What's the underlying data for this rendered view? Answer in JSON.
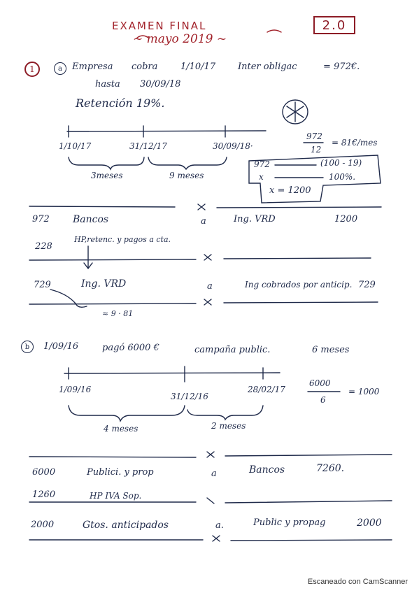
{
  "header": {
    "title": "EXAMEN FINAL",
    "subtitle": "~ mayo 2019 ~",
    "score": "2.0"
  },
  "q1": {
    "number": "1",
    "part": "a",
    "line1_a": "Empresa",
    "line1_b": "cobra",
    "line1_c": "1/10/17",
    "line1_d": "Inter obligac",
    "line1_e": "= 972€.",
    "line2_a": "hasta",
    "line2_b": "30/09/18",
    "line3": "Retención 19%.",
    "timeline": {
      "d1": "1/10/17",
      "d2": "31/12/17",
      "d3": "30/09/18·",
      "span1": "3meses",
      "span2": "9 meses"
    },
    "calc": {
      "frac_num": "972",
      "frac_den": "12",
      "frac_result": "= 81€/mes",
      "row1_left": "972",
      "row1_right": "(100 - 19)",
      "row2_left": "x",
      "row2_right": "100%.",
      "result": "x = 1200"
    },
    "entries": [
      {
        "amt_l": "972",
        "acct_l": "Bancos",
        "a": "a",
        "acct_r": "Ing. VRD",
        "amt_r": "1200"
      },
      {
        "amt_l": "228",
        "acct_l": "HP,retenc. y pagos a cta.",
        "a": "",
        "acct_r": "",
        "amt_r": ""
      },
      {
        "amt_l": "729",
        "acct_l": "Ing. VRD",
        "a": "a",
        "acct_r": "Ing cobrados por anticip.",
        "amt_r": "729"
      }
    ],
    "note_729": "≈ 9 · 81"
  },
  "q1b": {
    "part": "b",
    "line_a": "1/09/16",
    "line_b": "pagó 6000 €",
    "line_c": "campaña public.",
    "line_d": "6 meses",
    "timeline": {
      "d1": "1/09/16",
      "d2": "31/12/16",
      "d3": "28/02/17",
      "span1": "4 meses",
      "span2": "2 meses"
    },
    "calc": {
      "frac_num": "6000",
      "frac_den": "6",
      "frac_result": "= 1000"
    },
    "entries": [
      {
        "amt_l": "6000",
        "acct_l": "Publici. y prop",
        "a": "a",
        "acct_r": "Bancos",
        "amt_r": "7260."
      },
      {
        "amt_l": "1260",
        "acct_l": "HP IVA Sop.",
        "a": "",
        "acct_r": "",
        "amt_r": ""
      },
      {
        "amt_l": "2000",
        "acct_l": "Gtos. anticipados",
        "a": "a.",
        "acct_r": "Public y propag",
        "amt_r": "2000"
      }
    ]
  },
  "footer": "Escaneado con CamScanner",
  "colors": {
    "ink": "#1f2a4a",
    "accent": "#a2232b"
  }
}
